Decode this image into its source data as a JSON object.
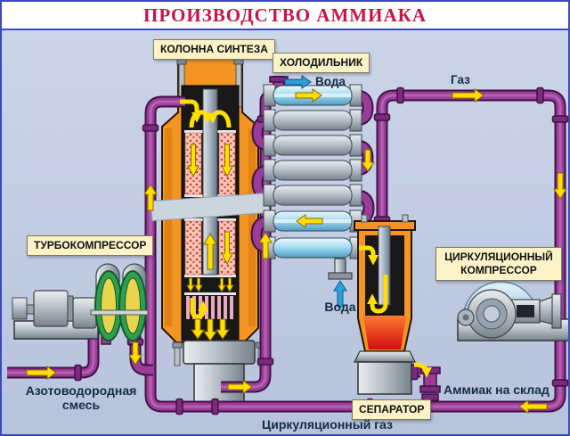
{
  "title": "ПРОИЗВОДСТВО АММИАКА",
  "equipment": {
    "synthesis_column": "КОЛОННА СИНТЕЗА",
    "cooler": "ХОЛОДИЛЬНИК",
    "turbocompressor": "ТУРБОКОМПРЕССОР",
    "circulation_compressor": {
      "line1": "ЦИРКУЛЯЦИОННЫЙ",
      "line2": "КОМПРЕССОР"
    },
    "separator": "СЕПАРАТОР"
  },
  "flows": {
    "water_out": "Вода",
    "water_in": "Вода",
    "gas": "Газ",
    "ammonia_to_storage": "Аммиак на склад",
    "nitrogen_hydrogen_mixture": {
      "line1": "Азотоводородная",
      "line2": "смесь"
    },
    "circulation_gas": "Циркуляционный газ"
  },
  "colors": {
    "title_text": "#c81448",
    "frame_blue": "#3a49c0",
    "pipe_purple": "#9b3d98",
    "pipe_outline": "#401047",
    "vessel_orange": "#f49523",
    "arrow_yellow": "#ffdf00",
    "arrow_blue": "#2a9fd8",
    "label_box_cream": "#fbf3c7",
    "label_text_navy": "#132c45",
    "compressor_green": "#2f9e50",
    "liquid_red": "#e01818",
    "water_cylinder_blue": "#9fd8ef",
    "background": "#c5cfe4"
  }
}
